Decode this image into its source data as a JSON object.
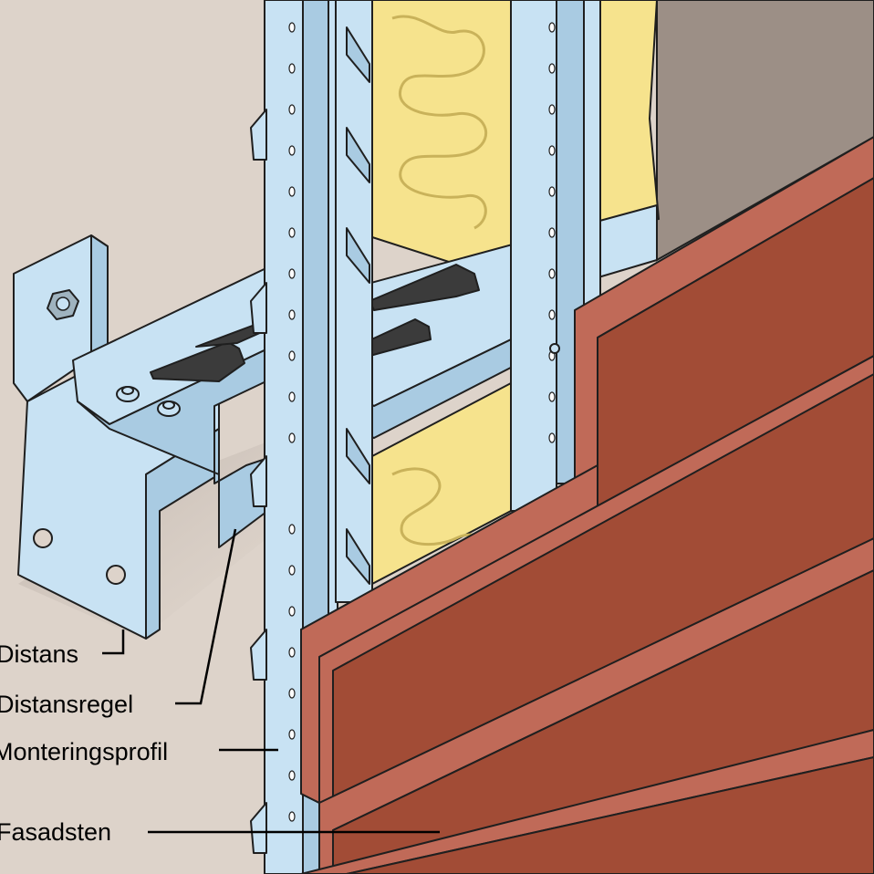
{
  "diagram": {
    "labels": [
      {
        "id": "distans",
        "text": "Distans"
      },
      {
        "id": "distansregel",
        "text": "Distansregel"
      },
      {
        "id": "monteringsprofil",
        "text": "Monteringsprofil"
      },
      {
        "id": "fasadsten",
        "text": "Fasadsten"
      }
    ]
  },
  "colors": {
    "wall": "#ddd3ca",
    "back_wall": "#9c8f86",
    "steel": "#c8e2f3",
    "steel_shade": "#a9cbe2",
    "insulation": "#f6e38d",
    "facade_tile": "#a24c36",
    "facade_highlight": "#c06a58",
    "outline": "#1f1f1f"
  }
}
